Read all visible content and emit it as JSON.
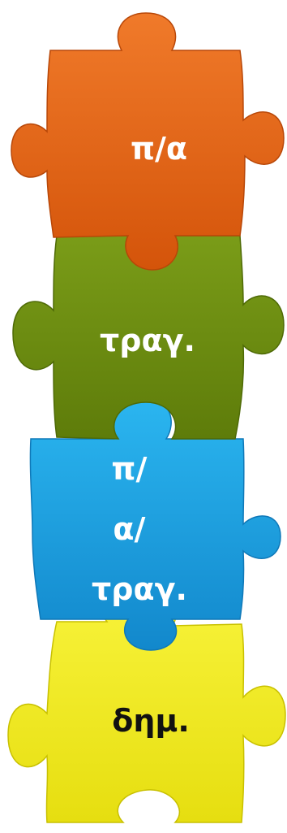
{
  "pieces": [
    {
      "label_lines": [
        "π/α"
      ],
      "color": "#e8620f",
      "text_color": "#ffffff"
    },
    {
      "label_lines": [
        "τραγ."
      ],
      "color": "#6e8e10",
      "text_color": "#ffffff"
    },
    {
      "label_lines": [
        "π/",
        "α/",
        "τραγ."
      ],
      "color": "#18a6e6",
      "text_color": "#ffffff"
    },
    {
      "label_lines": [
        "δημ."
      ],
      "color": "#f2ec1a",
      "text_color": "#111111"
    }
  ]
}
